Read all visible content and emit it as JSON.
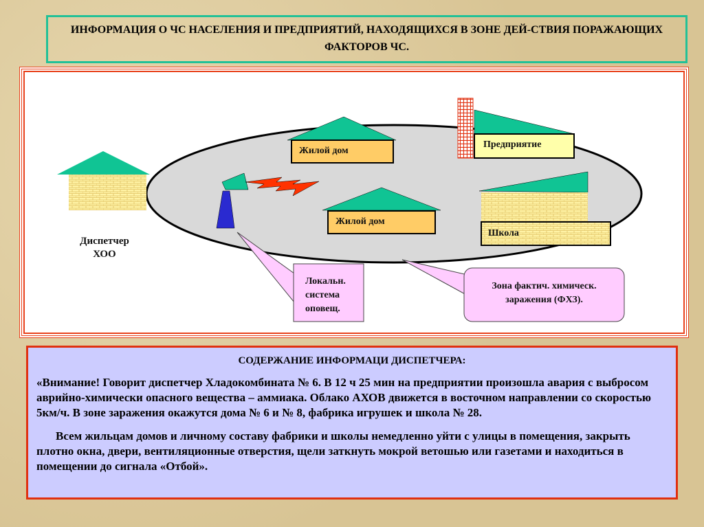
{
  "title": "ИНФОРМАЦИЯ  О ЧС НАСЕЛЕНИЯ И ПРЕДПРИЯТИЙ, НАХОДЯЩИХСЯ В  ЗОНЕ  ДЕЙ-СТВИЯ  ПОРАЖАЮЩИХ ФАКТОРОВ ЧС.",
  "diagram": {
    "dispatcher": [
      "Диспетчер",
      "ХОО"
    ],
    "house1": "Жилой  дом",
    "house2": "Жилой  дом",
    "enterprise": "Предприятие",
    "school": "Школа",
    "callout_local": [
      "Локальн.",
      "система",
      "оповещ."
    ],
    "callout_zone": [
      "Зона фактич. химическ.",
      "заражения (ФХЗ)."
    ]
  },
  "info": {
    "heading": "СОДЕРЖАНИЕ  ИНФОРМАЦИ  ДИСПЕТЧЕРА:",
    "paragraph1": "«Внимание! Говорит диспетчер Хладокомбината № 6. В 12 ч 25 мин на предприятии произошла авария с выбросом аврийно-химически опасного вещества – аммиака. Облако АХОВ движется в восточном направлении со скоростью 5км/ч. В зоне заражения окажутся дома № 6 и № 8, фабрика игрушек и школа № 28.",
    "paragraph2": "Всем жильцам домов и личному составу фабрики и школы немедленно уйти с улицы в помещения, закрыть плотно окна, двери, вентиляционные отверстия, щели заткнуть мокрой ветошью или газетами и находиться в помещении до сигнала «Отбой»."
  },
  "colors": {
    "roof": "#10c494",
    "brick": "#fff3a6",
    "label": "#ffcc66",
    "pink": "#ffccff",
    "zone": "#d9d9d9",
    "alert": "#ff3300"
  }
}
